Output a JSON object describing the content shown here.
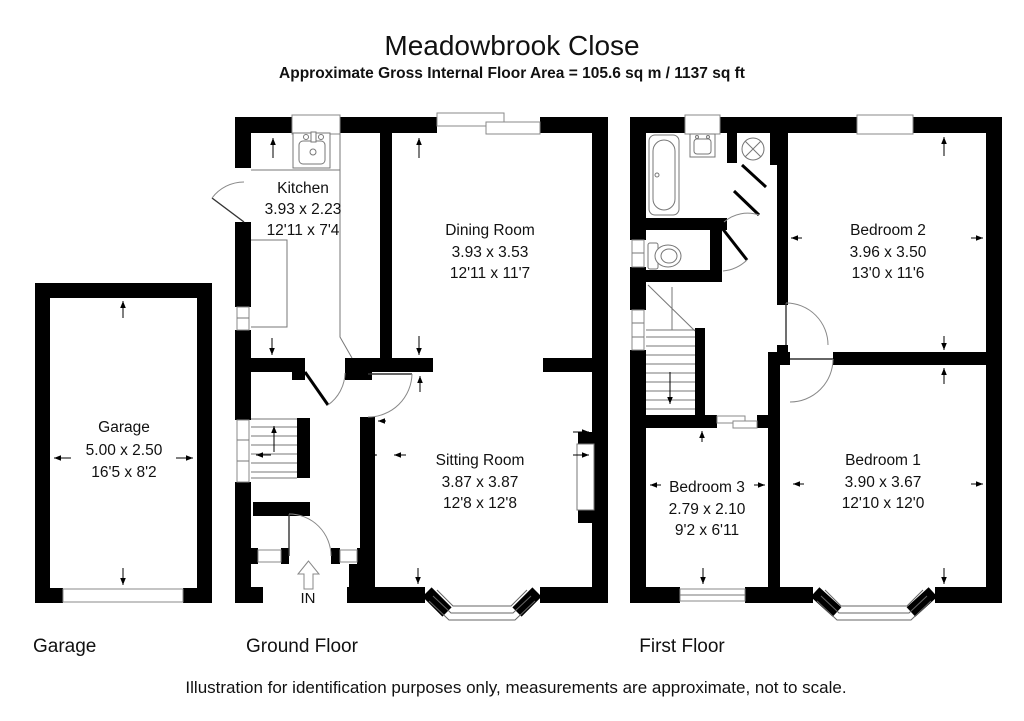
{
  "title": "Meadowbrook Close",
  "subtitle": "Approximate Gross Internal Floor Area = 105.6 sq m / 1137 sq ft",
  "footer": {
    "disclaimer": "Illustration for identification purposes only, measurements are approximate, not to scale."
  },
  "floor_labels": {
    "garage": "Garage",
    "ground": "Ground Floor",
    "first": "First Floor"
  },
  "entrance": {
    "label": "IN"
  },
  "rooms": {
    "garage": {
      "name": "Garage",
      "metric": "5.00 x 2.50",
      "imperial": "16'5 x 8'2"
    },
    "kitchen": {
      "name": "Kitchen",
      "metric": "3.93 x 2.23",
      "imperial": "12'11 x 7'4"
    },
    "dining_room": {
      "name": "Dining Room",
      "metric": "3.93 x 3.53",
      "imperial": "12'11 x 11'7"
    },
    "sitting_room": {
      "name": "Sitting Room",
      "metric": "3.87 x 3.87",
      "imperial": "12'8 x 12'8"
    },
    "bedroom_1": {
      "name": "Bedroom 1",
      "metric": "3.90 x 3.67",
      "imperial": "12'10 x 12'0"
    },
    "bedroom_2": {
      "name": "Bedroom 2",
      "metric": "3.96 x 3.50",
      "imperial": "13'0 x 11'6"
    },
    "bedroom_3": {
      "name": "Bedroom 3",
      "metric": "2.79 x 2.10",
      "imperial": "9'2 x 6'11"
    }
  },
  "icons": {
    "fixtures": [
      "kitchen-sink-icon",
      "bathtub-icon",
      "washbasin-icon",
      "toilet-icon",
      "ceiling-light-icon",
      "staircase",
      "bay-window",
      "entrance-arrow-icon"
    ]
  },
  "colors": {
    "wall": "#000000",
    "fixture_line": "#777777",
    "background": "#ffffff"
  }
}
